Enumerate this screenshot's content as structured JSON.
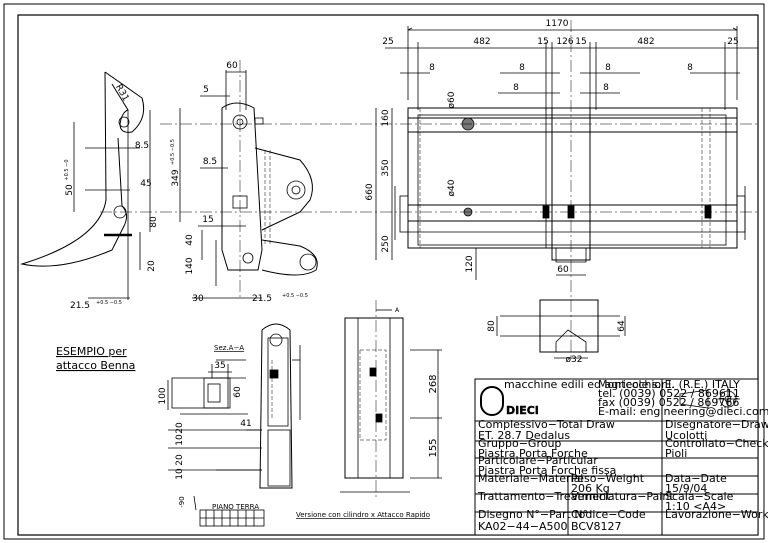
{
  "dims": {
    "total_width": "1170",
    "left_margin": "25",
    "left_span": "482",
    "gap_left": "15",
    "center": "126",
    "gap_right": "15",
    "right_span": "482",
    "right_margin": "25",
    "eight": "8",
    "dia60": "ø60",
    "dia40": "ø40",
    "dia32": "ø32",
    "v160": "160",
    "v350": "350",
    "v660": "660",
    "v250": "250",
    "v120": "120",
    "v60": "60",
    "v64": "64",
    "v80": "80",
    "r31": "R31",
    "side_60": "60",
    "side_5": "5",
    "side_8_5": "8.5",
    "side_45": "45",
    "side_50": "50",
    "side_50_tol": "+0.5 −0",
    "side_349": "349",
    "side_349_tol": "+0.5 −0.5",
    "side_15": "15",
    "side_40": "40",
    "side_140": "140",
    "side_20": "20",
    "side_30": "30",
    "side_21_5": "21.5",
    "side_21_5_tol": "+0.5 −0.5",
    "detail_35": "35",
    "detail_100": "100",
    "detail_60": "60",
    "detail_41": "41",
    "detail_20": "20",
    "detail_10": "10",
    "detail_268": "268",
    "detail_155": "155",
    "detail_90": "-90"
  },
  "labels": {
    "esempio_line1": "ESEMPIO per",
    "esempio_line2": "attacco Benna",
    "section": "Sez.A−A",
    "section_mark": "A",
    "piano_terra": "PIANO TERRA",
    "versione": "Versione con cilindro x Attacco Rapido"
  },
  "title_block": {
    "logo": "DIECI",
    "company": "macchine edili ed agricole s.r.l.",
    "company_details": "Montecchio E. (R.E.) ITALY",
    "phone": "tel. (0039) 0522 / 869611",
    "fax": "fax (0039) 0522 / 869766",
    "email": "E-mail: engineering@dieci.com",
    "complessivo_label": "Complessivo−Total Draw",
    "complessivo": "ET. 28.7 Dedalus",
    "disegnatore_label": "Disegnatore−Drawn",
    "disegnatore": "Ucolotti",
    "gruppo_label": "Gruppo−Group",
    "gruppo": "Piastra Porta Forche",
    "controllato_label": "Controllato−Checked",
    "controllato": "Pioli",
    "particolare_label": "Particolare−Particular",
    "particolare": "Piastra Porta Forche fissa",
    "materiale_label": "Materiale−Material",
    "peso_label": "Peso−Weight",
    "peso": "206 Kg",
    "data_label": "Data−Date",
    "data": "15/9/04",
    "trattamento_label": "Trattamento−Treatment",
    "verniciatura_label": "Verniciatura−Paint",
    "scala_label": "Scala−Scale",
    "scala": "1:10 <A4>",
    "disegno_label": "Disegno N°−Part N°",
    "disegno": "KA02−44−A500",
    "codice_label": "Codice−Code",
    "codice": "BCV8127",
    "lavorazione_label": "Lavorazione−Working"
  }
}
